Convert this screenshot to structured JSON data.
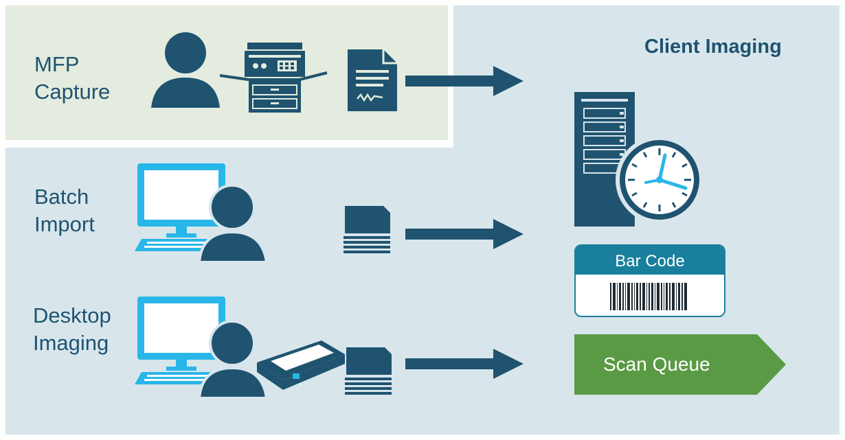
{
  "title": "Client Imaging",
  "sources": [
    {
      "line1": "MFP",
      "line2": "Capture",
      "icons": [
        "person-icon",
        "mfp-printer-icon",
        "document-icon"
      ]
    },
    {
      "line1": "Batch",
      "line2": "Import",
      "icons": [
        "desktop-monitor-icon",
        "keyboard-icon",
        "person-icon",
        "paper-stack-icon"
      ]
    },
    {
      "line1": "Desktop",
      "line2": "Imaging",
      "icons": [
        "desktop-monitor-icon",
        "keyboard-icon",
        "person-icon",
        "flatbed-scanner-icon",
        "paper-stack-icon"
      ]
    }
  ],
  "server": {
    "icons": [
      "server-tower-icon",
      "clock-icon"
    ]
  },
  "barcode": {
    "label": "Bar Code"
  },
  "queue": {
    "label": "Scan Queue"
  },
  "colors": {
    "background": "#d8e6ec",
    "mfp_panel": "#e3ecde",
    "dark_blue": "#1f5370",
    "accent_blue": "#1a7f9c",
    "monitor_cyan": "#29b6e8",
    "queue_green": "#5a9a44"
  }
}
